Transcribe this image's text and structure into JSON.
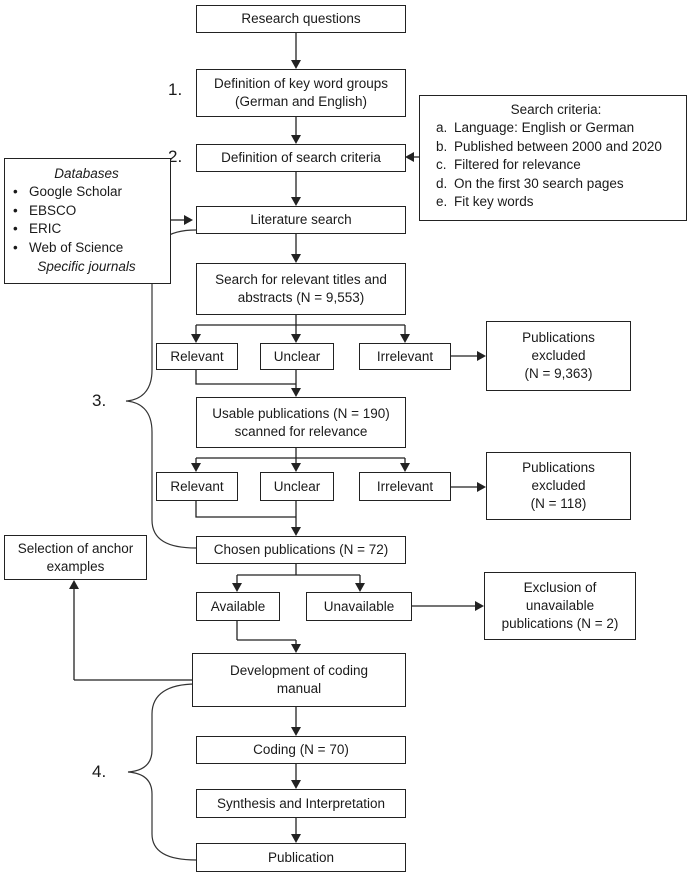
{
  "steps": {
    "research_questions": "Research questions",
    "keyword_groups": [
      "Definition of key word groups",
      "(German and English)"
    ],
    "search_criteria_def": "Definition of search criteria",
    "literature_search": "Literature search",
    "titles_abstracts": [
      "Search for relevant titles and",
      "abstracts (N = 9,553)"
    ],
    "round1": {
      "relevant": "Relevant",
      "unclear": "Unclear",
      "irrelevant": "Irrelevant"
    },
    "excluded1": [
      "Publications",
      "excluded",
      "(N = 9,363)"
    ],
    "usable": [
      "Usable publications (N = 190)",
      "scanned for relevance"
    ],
    "round2": {
      "relevant": "Relevant",
      "unclear": "Unclear",
      "irrelevant": "Irrelevant"
    },
    "excluded2": [
      "Publications",
      "excluded",
      "(N = 118)"
    ],
    "chosen": "Chosen publications (N = 72)",
    "anchor": [
      "Selection of anchor",
      "examples"
    ],
    "available": "Available",
    "unavailable": "Unavailable",
    "exclusion_unavailable": [
      "Exclusion of",
      "unavailable",
      "publications (N = 2)"
    ],
    "coding_manual": [
      "Development of coding",
      "manual"
    ],
    "coding": "Coding (N = 70)",
    "synthesis": "Synthesis and Interpretation",
    "publication": "Publication"
  },
  "search_criteria": {
    "title": "Search criteria:",
    "items": [
      {
        "marker": "a.",
        "text": "Language: English or German"
      },
      {
        "marker": "b.",
        "text": "Published between 2000 and 2020"
      },
      {
        "marker": "c.",
        "text": "Filtered for relevance"
      },
      {
        "marker": "d.",
        "text": "On the first 30 search pages"
      },
      {
        "marker": "e.",
        "text": "Fit key words"
      }
    ]
  },
  "databases": {
    "title": "Databases",
    "items": [
      "Google Scholar",
      "EBSCO",
      "ERIC",
      "Web of Science"
    ],
    "footer": "Specific journals"
  },
  "step_numbers": [
    "1.",
    "2.",
    "3.",
    "4."
  ]
}
